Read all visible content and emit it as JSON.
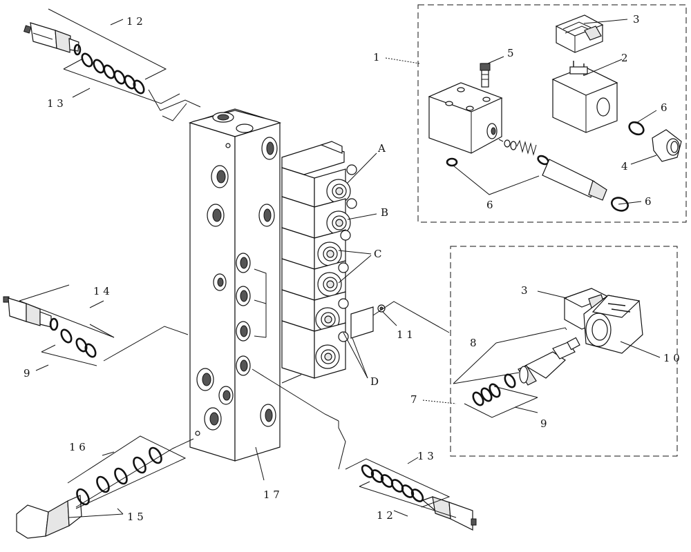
{
  "labels": {
    "l1": "1",
    "l2": "2",
    "l3a": "3",
    "l3b": "3",
    "l4": "4",
    "l5": "5",
    "l6a": "6",
    "l6b": "6",
    "l6c": "6",
    "l7": "7",
    "l8": "8",
    "l9a": "9",
    "l9b": "9",
    "l10": "1 0",
    "l11": "1 1",
    "l12a": "1 2",
    "l12b": "1 2",
    "l13a": "1 3",
    "l13b": "1 3",
    "l14": "1 4",
    "l15": "1 5",
    "l16": "1 6",
    "l17": "1 7",
    "lA": "A",
    "lB": "B",
    "lC": "C",
    "lD": "D"
  }
}
